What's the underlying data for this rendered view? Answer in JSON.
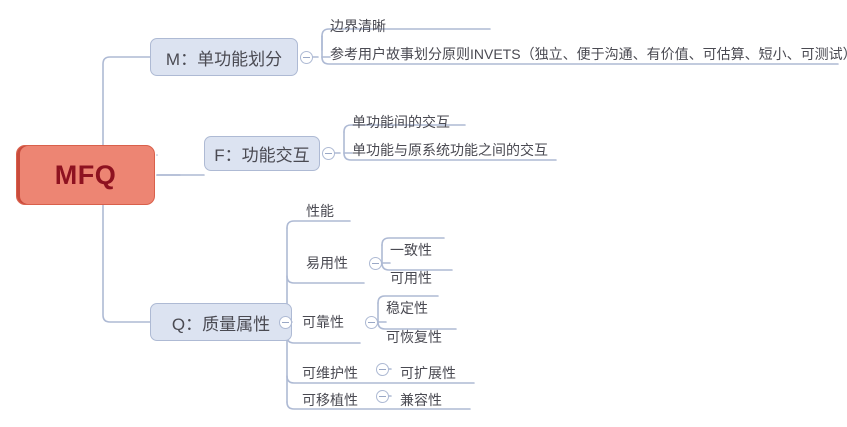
{
  "diagram": {
    "type": "mind-map",
    "title": "MFQ",
    "theme": {
      "root_fill": "#ED8573",
      "root_text": "#8E1220",
      "branch_fill": "#DCE3F1",
      "branch_border": "#AEBAD4",
      "leaf_text": "#4A4A52",
      "edge_color": "#AEBAD4",
      "background": "#FFFFFF"
    }
  },
  "root": {
    "label": "MFQ"
  },
  "branches": [
    {
      "label": "M：单功能划分",
      "toggle": "collapse-toggle",
      "children": [
        {
          "label": "边界清晰"
        },
        {
          "label": "参考用户故事划分原则INVETS（独立、便于沟通、有价值、可估算、短小、可测试）"
        }
      ]
    },
    {
      "label": "F：功能交互",
      "toggle": "collapse-toggle",
      "children": [
        {
          "label": "单功能间的交互"
        },
        {
          "label": "单功能与原系统功能之间的交互"
        }
      ]
    },
    {
      "label": "Q：质量属性",
      "toggle": "collapse-toggle",
      "children": [
        {
          "label": "性能",
          "children": []
        },
        {
          "label": "易用性",
          "toggle": "collapse-toggle",
          "children": [
            {
              "label": "一致性"
            },
            {
              "label": "可用性"
            }
          ]
        },
        {
          "label": "可靠性",
          "toggle": "collapse-toggle",
          "children": [
            {
              "label": "稳定性"
            },
            {
              "label": "可恢复性"
            }
          ]
        },
        {
          "label": "可维护性",
          "toggle": "collapse-toggle",
          "children": [
            {
              "label": "可扩展性"
            }
          ]
        },
        {
          "label": "可移植性",
          "toggle": "collapse-toggle",
          "children": [
            {
              "label": "兼容性"
            }
          ]
        }
      ]
    }
  ]
}
